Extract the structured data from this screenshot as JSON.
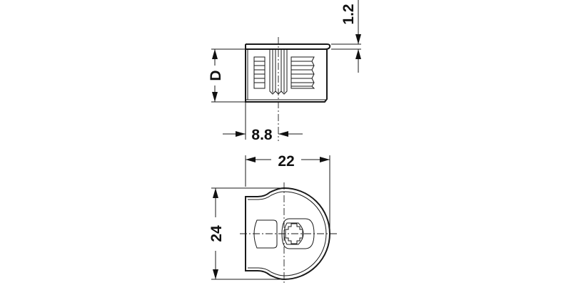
{
  "drawing": {
    "title": "Connector housing technical drawing",
    "views": [
      {
        "name": "side-view",
        "description": "Side view with ribbed slots"
      },
      {
        "name": "top-view",
        "description": "Top view with round housing and cross recess"
      }
    ],
    "dimensions": {
      "flange_thickness": "1.2",
      "depth": "D",
      "center_offset": "8.8",
      "width": "22",
      "height": "24"
    },
    "colors": {
      "line": "#1a1a1a",
      "background": "#ffffff"
    }
  }
}
